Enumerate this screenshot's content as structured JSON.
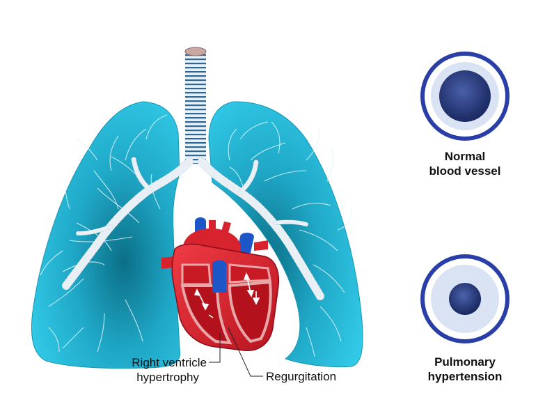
{
  "labels": {
    "right_ventricle_line1": "Right ventricle",
    "right_ventricle_line2": "hypertrophy",
    "regurgitation": "Regurgitation",
    "normal_line1": "Normal",
    "normal_line2": "blood vessel",
    "pulmonary_line1": "Pulmonary",
    "pulmonary_line2": "hypertension"
  },
  "colors": {
    "lung": "#29c6e6",
    "lung_dark": "#0e7f97",
    "airway": "#e6eef5",
    "airway_stripe": "#2a5f86",
    "heart_red": "#d6232e",
    "heart_dark": "#8c0d17",
    "vein_blue": "#1d56c8",
    "vessel_ring": "#2a3ea8",
    "vessel_wall": "#d9e3f3",
    "vessel_lumen": "#1a2d6e"
  }
}
